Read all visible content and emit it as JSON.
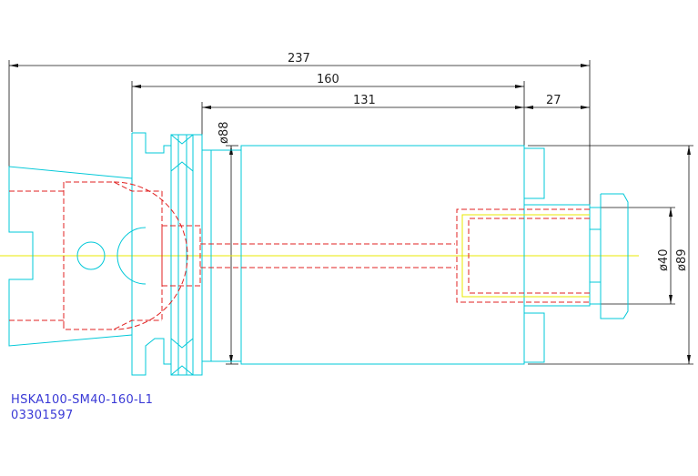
{
  "dimensions": {
    "overall_length": "237",
    "holder_length": "160",
    "body_length": "131",
    "nose_length": "27",
    "body_diameter": "ø88",
    "nose_bore_diameter": "ø40",
    "nose_outer_diameter": "ø89"
  },
  "part": {
    "designation": "HSKA100-SM40-160-L1",
    "number": "03301597"
  },
  "colors": {
    "outline": "#00c8d8",
    "hidden": "#e02020",
    "centerline": "#e8e800",
    "dimension": "#111111",
    "text": "#3a3ad6"
  }
}
